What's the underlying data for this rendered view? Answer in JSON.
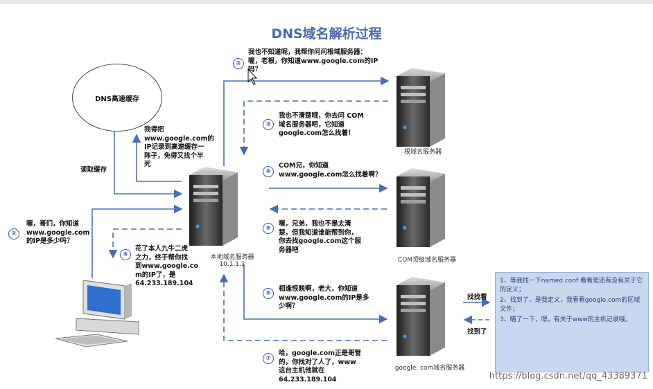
{
  "title": "DNS域名解析过程",
  "cache_label": "DNS高速缓存",
  "read_cache": "读取缓存",
  "write_cache": "我得把\nwww.google.com的\nIP记录到高速缓存一\n阵子，免得又找个半\n死",
  "steps": [
    {
      "num": "①",
      "text": "喔，哥们，你知道\nwww.google.com\n的IP是多少吗？"
    },
    {
      "num": "②",
      "text": "我也不知道呢，我帮你问问根域服务器：\n喔，老根，你知道www.google.com的IP\n吗？"
    },
    {
      "num": "③",
      "text": "我也不清楚哦，你去问  COM\n域名服务器吧，它知道\ngoogle.com怎么找着！"
    },
    {
      "num": "④",
      "text": "COM兄，你知道\nwww.google.com怎么找着啊？"
    },
    {
      "num": "⑤",
      "text": "喔，兄弟，我也不是太清\n楚，但我知道谁能帮到你，\n你去找google.com这个服\n务器吧"
    },
    {
      "num": "⑥",
      "text": "相逢恨晚啊，老大，你知道\nwww.google.com的IP是多\n少啊？"
    },
    {
      "num": "⑦",
      "text": "哈，google.com正是哥管\n的，你找对了人了，www\n这台主机他就在\n64.233.189.104"
    },
    {
      "num": "⑧",
      "text": "花了本人九牛二虎\n之力，终于帮你找\n到www.google.co\nm的IP了，是\n64.233.189.104"
    }
  ],
  "servers": {
    "local": "本地域名服务器\n10.1.1.1",
    "root": "根域名服务器",
    "com": "COM顶级域名服务器",
    "google": "google. com域名服务器"
  },
  "lookup": {
    "find": "找找看",
    "found": "找到了"
  },
  "notes": [
    "1、等我找一下named.conf 看看是还有没有关于它的定义；",
    "2、找到了，是我定义，我看看google.com的区域文件；",
    "3、瞄了一下，嗯，有关于www的主机记录哦。"
  ],
  "watermark": "https://blog.csdn.net/qq_43389371",
  "colors": {
    "arrow": "#4a6eb5",
    "title": "#4a68b0",
    "note_bg": "#c7d8ef"
  }
}
